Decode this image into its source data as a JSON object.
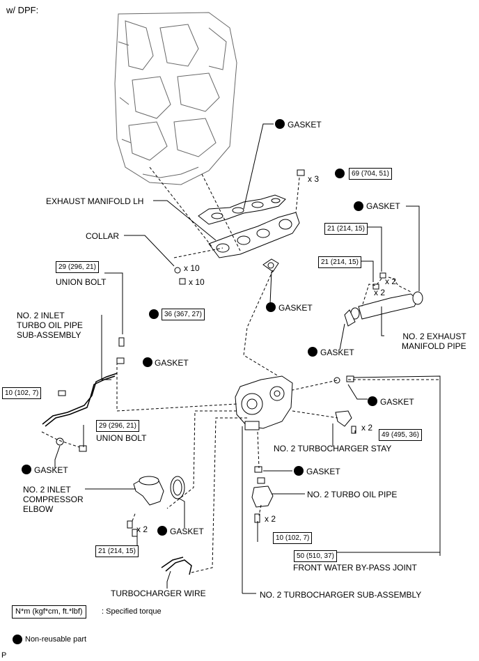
{
  "header": "w/ DPF:",
  "labels": {
    "gasket_top": "GASKET",
    "exhaust_manifold": "EXHAUST MANIFOLD LH",
    "collar": "COLLAR",
    "union_bolt_1": "UNION BOLT",
    "inlet_pipe": "NO. 2 INLET\nTURBO OIL PIPE\nSUB-ASSEMBLY",
    "gasket_right_top": "GASKET",
    "gasket_mid": "GASKET",
    "gasket_pipe": "GASKET",
    "ex_pipe": "NO. 2 EXHAUST\nMANIFOLD PIPE",
    "gasket_left_mid": "GASKET",
    "gasket_turbo_right": "GASKET",
    "union_bolt_2": "UNION BOLT",
    "turbo_stay": "NO. 2 TURBOCHARGER STAY",
    "gasket_left_bottom": "GASKET",
    "gasket_oil": "GASKET",
    "compressor_elbow": "NO. 2 INLET\nCOMPRESSOR\nELBOW",
    "oil_pipe": "NO. 2 TURBO OIL PIPE",
    "gasket_elbow": "GASKET",
    "bypass_joint": "FRONT WATER BY-PASS JOINT",
    "turbo_wire": "TURBOCHARGER WIRE",
    "turbo_sub": "NO. 2 TURBOCHARGER SUB-ASSEMBLY"
  },
  "torques": {
    "t69": "69 (704, 51)",
    "t21a": "21 (214, 15)",
    "t21b": "21 (214, 15)",
    "t29a": "29 (296, 21)",
    "t36": "36 (367, 27)",
    "t10a": "10 (102, 7)",
    "t29b": "29 (296, 21)",
    "t49": "49 (495, 36)",
    "t21c": "21 (214, 15)",
    "t10b": "10 (102, 7)",
    "t50": "50 (510, 37)"
  },
  "quantities": {
    "q_x3": "x 3",
    "q_x10a": "x 10",
    "q_x10b": "x 10",
    "q_x2a": "x 2",
    "q_x2b": "x 2",
    "q_x2c": "x 2",
    "q_x2d": "x 2",
    "q_x2e": "x 2"
  },
  "legend": {
    "unit": "N*m (kgf*cm, ft.*lbf)",
    "unit_desc": ": Specified torque",
    "nonreusable": "Non-reusable part"
  },
  "corner_mark": "P",
  "colors": {
    "ink": "#000000",
    "paper": "#ffffff",
    "engine": "#666666"
  }
}
